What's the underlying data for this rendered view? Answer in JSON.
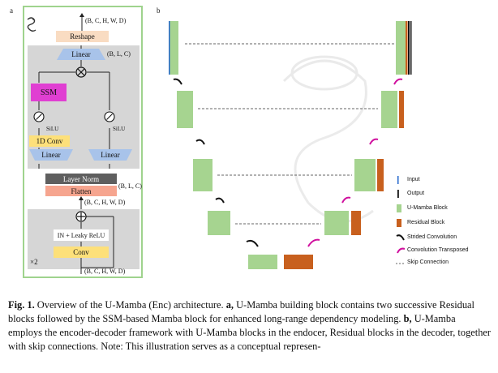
{
  "panel_a": {
    "label": "a",
    "top_shape": "(B, C, H, W, D)",
    "reshape": "Reshape",
    "linear_top": "Linear",
    "blc_top": "(B, L, C)",
    "ssm": "SSM",
    "silu_left": "SiLU",
    "silu_right": "SiLU",
    "conv1d": "1D Conv",
    "linear_left": "Linear",
    "linear_right": "Linear",
    "layer_norm": "Layer Norm",
    "flatten": "Flatten",
    "blc_mid": "(B, L, C)",
    "mid_shape": "(B, C, H, W, D)",
    "in_relu": "IN + Leaky ReLU",
    "conv": "Conv",
    "x2": "×2",
    "bottom_shape": "(B, C, H, W, D)"
  },
  "panel_b": {
    "label": "b",
    "legend": [
      {
        "label": "Input",
        "icon": "blue-line"
      },
      {
        "label": "Output",
        "icon": "black-line"
      },
      {
        "label": "U-Mamba Block",
        "icon": "green-box"
      },
      {
        "label": "Residual Block",
        "icon": "orange-box"
      },
      {
        "label": "Strided Convolution",
        "icon": "black-arc"
      },
      {
        "label": "Convolution Transposed",
        "icon": "magenta-arc"
      },
      {
        "label": "Skip Connection",
        "icon": "dashed-line"
      }
    ]
  },
  "caption": {
    "fig": "Fig. 1.",
    "text_1": " Overview of the U-Mamba (Enc) architecture. ",
    "a_label": "a,",
    "text_2": " U-Mamba building block contains two successive Residual blocks followed by the SSM-based Mamba block for enhanced long-range dependency modeling. ",
    "b_label": "b,",
    "text_3": " U-Mamba employs the encoder-decoder framework with U-Mamba blocks in the endocer, Residual blocks in the decoder, together with skip connections. Note: This illustration serves as a conceptual represen-"
  },
  "colors": {
    "green": "#a6d490",
    "orange": "#c8601e",
    "magenta": "#d0109e",
    "ssm": "#e03fd2",
    "conv": "#fde07a",
    "linear": "#a8c3ea",
    "flatten": "#f6a58f",
    "reshape": "#f9dcc2",
    "frame": "#9fd38d"
  }
}
